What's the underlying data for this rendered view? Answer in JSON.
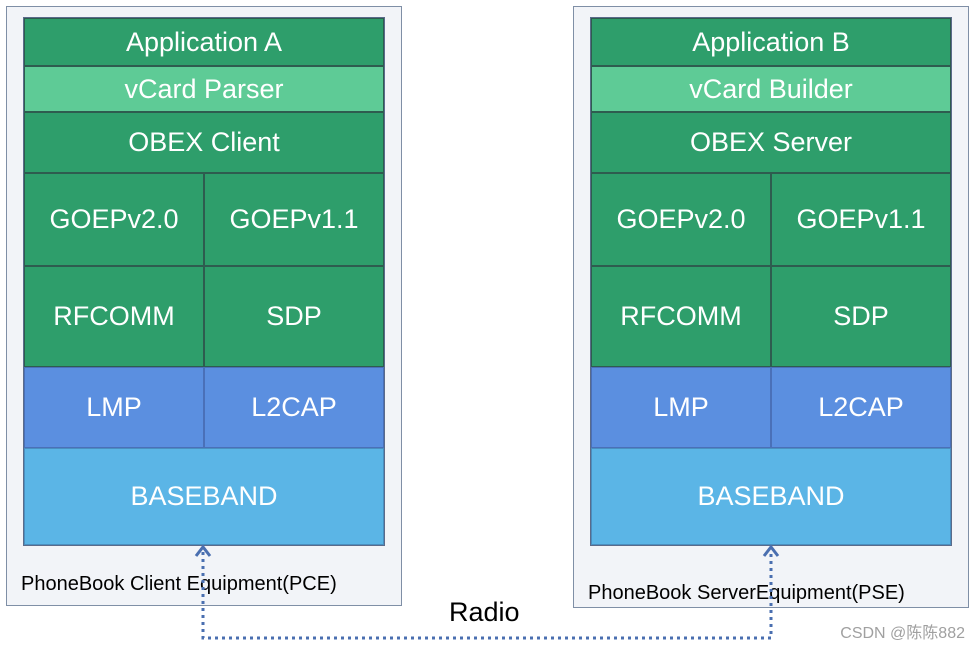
{
  "colors": {
    "app": "#2e9e6b",
    "parser": "#5ecb96",
    "green": "#2e9e6b",
    "blue": "#5b8fe0",
    "lightblue": "#5bb5e6",
    "arrow": "#4a6fb0"
  },
  "left_device": {
    "label": "PhoneBook Client Equipment(PCE)",
    "application": "Application A",
    "vcard": "vCard Parser",
    "obex": "OBEX Client",
    "goep2": "GOEPv2.0",
    "goep1": "GOEPv1.1",
    "rfcomm": "RFCOMM",
    "sdp": "SDP",
    "lmp": "LMP",
    "l2cap": "L2CAP",
    "baseband": "BASEBAND"
  },
  "right_device": {
    "label": "PhoneBook ServerEquipment(PSE)",
    "application": "Application B",
    "vcard": "vCard Builder",
    "obex": "OBEX Server",
    "goep2": "GOEPv2.0",
    "goep1": "GOEPv1.1",
    "rfcomm": "RFCOMM",
    "sdp": "SDP",
    "lmp": "LMP",
    "l2cap": "L2CAP",
    "baseband": "BASEBAND"
  },
  "link_label": "Radio",
  "watermark": "CSDN @陈陈882"
}
